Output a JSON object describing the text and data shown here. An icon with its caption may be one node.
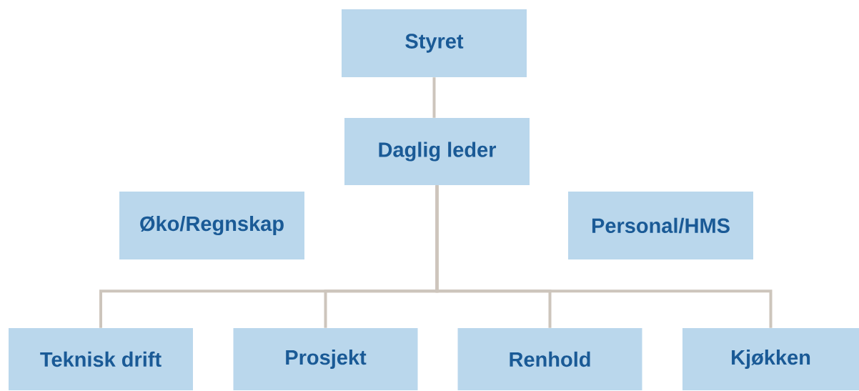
{
  "diagram": {
    "nodes": [
      {
        "text": [
          "Styret"
        ]
      },
      {
        "text": [
          "Daglig leder"
        ]
      },
      {
        "text": [
          "Øko/Regnskap"
        ]
      },
      {
        "text": [
          "Personal/HMS"
        ]
      },
      {
        "text": [
          "Teknisk drift"
        ]
      },
      {
        "text": [
          "Prosjekt"
        ]
      },
      {
        "text": [
          "Renhold"
        ]
      },
      {
        "text": [
          "Kjøkken"
        ]
      }
    ],
    "edges": [
      {
        "from": 0,
        "to": 1,
        "arrow": "none"
      },
      {
        "from": 1,
        "to": 4,
        "arrow": "none"
      },
      {
        "from": 1,
        "to": 5,
        "arrow": "none"
      },
      {
        "from": 1,
        "to": 6,
        "arrow": "none"
      },
      {
        "from": 1,
        "to": 7,
        "arrow": "none"
      }
    ]
  }
}
